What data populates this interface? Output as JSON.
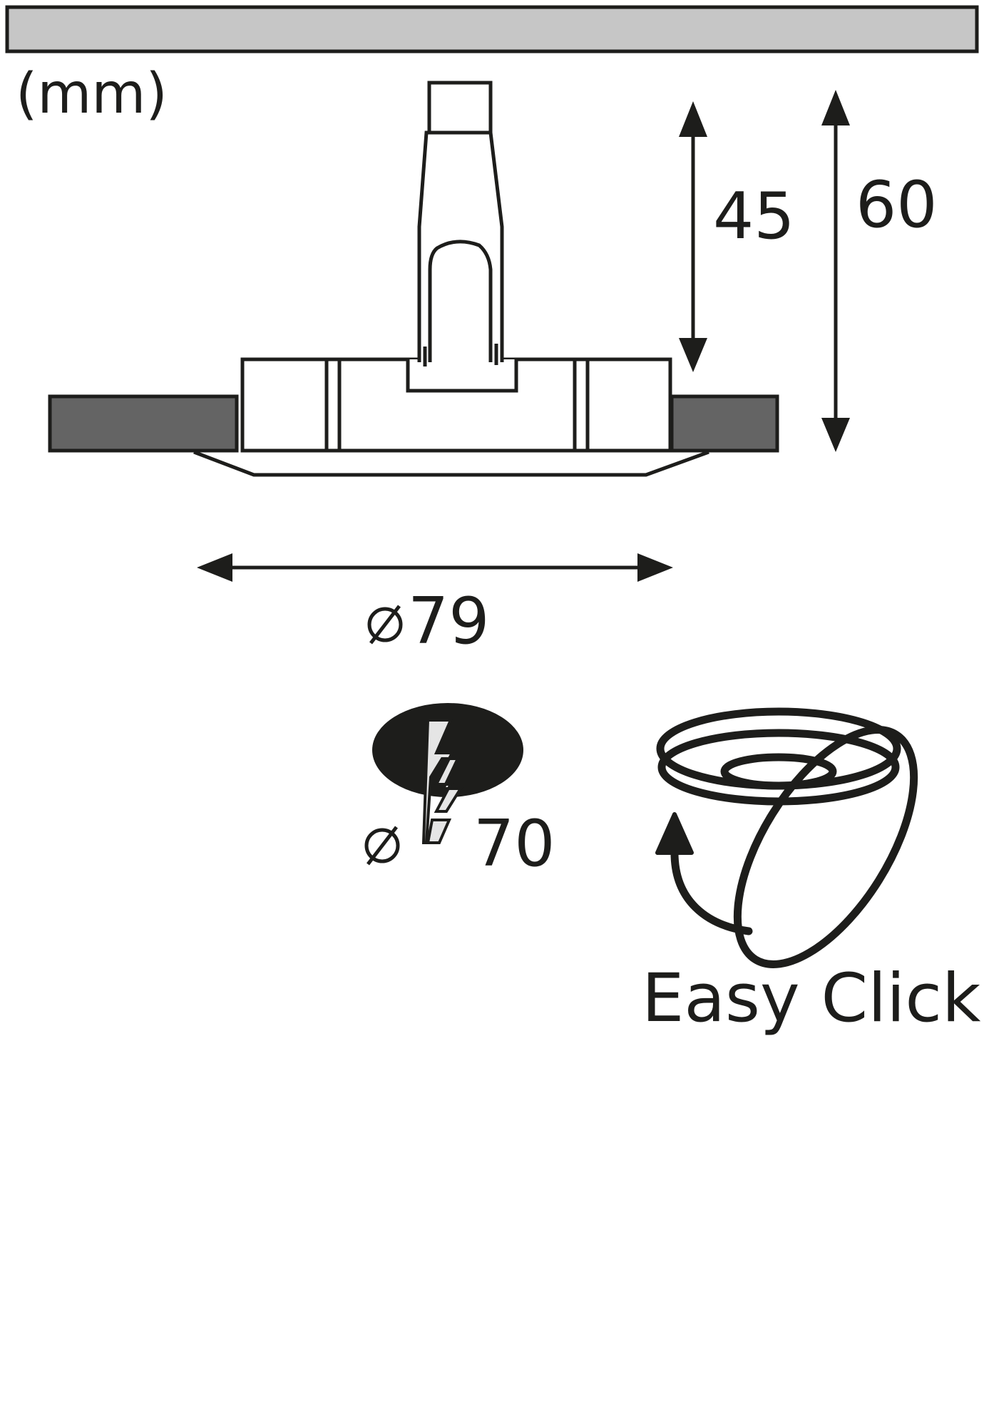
{
  "units_label": "(mm)",
  "dimensions": {
    "height_inner": "45",
    "height_total": "60",
    "diameter_outer": "79",
    "cutout_diameter": "70"
  },
  "feature": {
    "label": "Easy Click",
    "icon": "rotate-click-icon"
  },
  "symbols": {
    "diameter": "diameter-symbol",
    "cutout": "cutout-lightning-icon"
  },
  "colors": {
    "line": "#1d1d1b",
    "ceiling_fill": "#c6c6c6",
    "ring_fill": "#646464",
    "cutout_fill": "#1d1d1b",
    "lightning_fill": "#e5e5e5"
  }
}
